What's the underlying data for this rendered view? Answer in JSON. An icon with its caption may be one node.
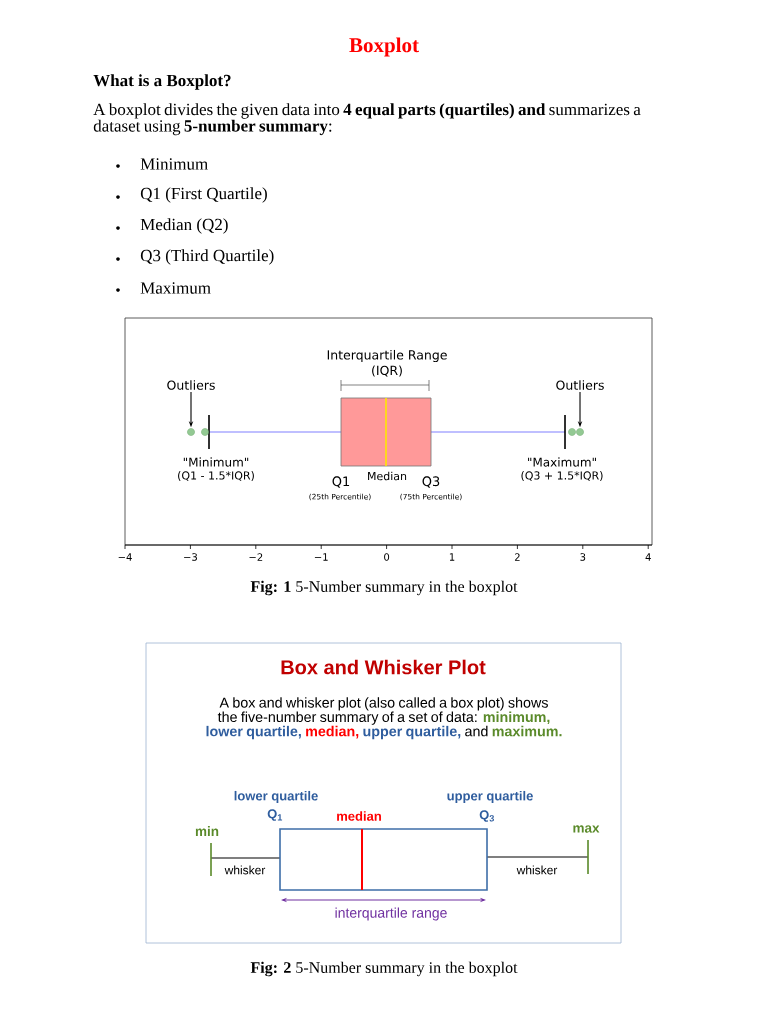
{
  "diagram": {
    "title": "Boxplot",
    "nodes": [
      {
        "text": [
          "Outliers"
        ]
      },
      {
        "text": [],
        "shape": "circle"
      },
      {
        "text": [
          "Outliers"
        ]
      },
      {
        "text": [],
        "shape": "circle"
      }
    ],
    "edges": [
      {
        "from": 0,
        "to": 1,
        "arrow": "to"
      },
      {
        "from": 2,
        "to": 3,
        "arrow": "to"
      }
    ],
    "labels": [
      "What is a Boxplot?",
      "A boxplot divides the given data into **4 equal parts (quartiles) and** summarizes a dataset using **5-number summary**:",
      "Minimum",
      "Q1 (First Quartile)",
      "Median (Q2)",
      "Q3 (Third Quartile)",
      "Maximum",
      "Interquartile Range",
      "(IQR)",
      "\"Minimum\"",
      "(Q1 - 1.5*IQR)",
      "Q1",
      "Median",
      "Q3",
      "\"Maximum\"",
      "(Q3 + 1.5*IQR)",
      "(25th Percentile)",
      "(75th Percentile)",
      "−4",
      "−3",
      "−2",
      "−1",
      "0",
      "1",
      "2",
      "3",
      "4",
      "**Fig: 1** 5-Number summary in the boxplot",
      "Box and Whisker Plot",
      "A box and whisker plot (also called a box plot) shows the five-number summary of a set of data:",
      "minimum,",
      "lower quartile,",
      "median,",
      "upper quartile,",
      "and",
      "maximum.",
      "lower quartile",
      "Q$_{1}$",
      "median",
      "upper quartile",
      "Q$_{3}$",
      "min",
      "max",
      "whisker",
      "whisker",
      "interquartile range",
      "**Fig: 2** 5-Number summary in the boxplot"
    ]
  }
}
